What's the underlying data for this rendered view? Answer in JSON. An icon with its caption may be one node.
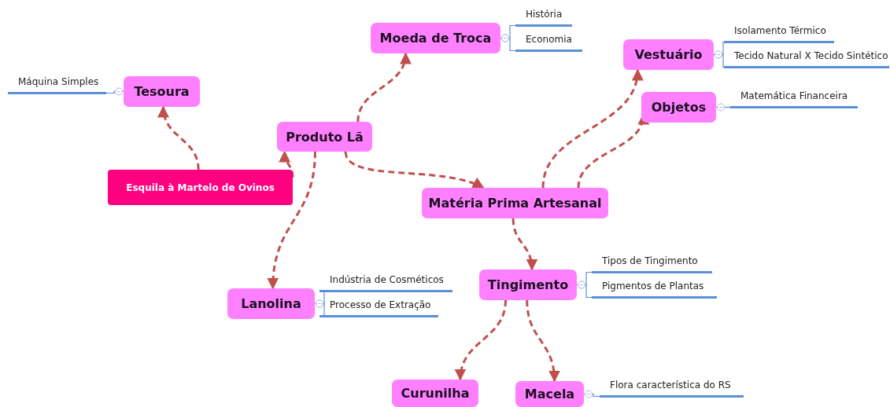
{
  "diagram": {
    "nodes": [
      {
        "text": [
          "Esquila à Martelo de Ovinos"
        ]
      },
      {
        "text": [
          "Tesoura"
        ]
      },
      {
        "text": [
          "Máquina Simples"
        ]
      },
      {
        "text": [
          "Produto Lã"
        ]
      },
      {
        "text": [
          "Moeda de Troca"
        ]
      },
      {
        "text": [
          "História"
        ]
      },
      {
        "text": [
          "Economia"
        ]
      },
      {
        "text": [
          "Matéria Prima Artesanal"
        ]
      },
      {
        "text": [
          "Vestuário"
        ]
      },
      {
        "text": [
          "Isolamento Térmico"
        ]
      },
      {
        "text": [
          "Tecido Natural X Tecido Sintético"
        ]
      },
      {
        "text": [
          "Objetos"
        ]
      },
      {
        "text": [
          "Matemática Financeira"
        ]
      },
      {
        "text": [
          "Lanolina"
        ]
      },
      {
        "text": [
          "Indústria de Cosméticos"
        ]
      },
      {
        "text": [
          "Processo de Extração"
        ]
      },
      {
        "text": [
          "Tingimento"
        ]
      },
      {
        "text": [
          "Tipos de Tingimento"
        ]
      },
      {
        "text": [
          "Pigmentos de Plantas"
        ]
      },
      {
        "text": [
          "Curunilha"
        ]
      },
      {
        "text": [
          "Macela"
        ]
      },
      {
        "text": [
          "Flora característica do RS"
        ]
      }
    ],
    "edges": [
      {
        "from": 0,
        "to": 1,
        "arrow": "to",
        "style": "dashed",
        "color": "#c0504d"
      },
      {
        "from": 0,
        "to": 3,
        "arrow": "to",
        "style": "dashed",
        "color": "#c0504d"
      },
      {
        "from": 3,
        "to": 4,
        "arrow": "to",
        "style": "dashed",
        "color": "#c0504d"
      },
      {
        "from": 3,
        "to": 7,
        "arrow": "to",
        "style": "dashed",
        "color": "#c0504d"
      },
      {
        "from": 3,
        "to": 13,
        "arrow": "to",
        "style": "dashed",
        "color": "#c0504d"
      },
      {
        "from": 7,
        "to": 8,
        "arrow": "to",
        "style": "dashed",
        "color": "#c0504d"
      },
      {
        "from": 7,
        "to": 11,
        "arrow": "to",
        "style": "dashed",
        "color": "#c0504d"
      },
      {
        "from": 7,
        "to": 16,
        "arrow": "to",
        "style": "dashed",
        "color": "#c0504d"
      },
      {
        "from": 16,
        "to": 19,
        "arrow": "to",
        "style": "dashed",
        "color": "#c0504d"
      },
      {
        "from": 16,
        "to": 20,
        "arrow": "to",
        "style": "dashed",
        "color": "#c0504d"
      },
      {
        "from": 1,
        "to": 2,
        "arrow": "other"
      },
      {
        "from": 4,
        "to": 5,
        "arrow": "other"
      },
      {
        "from": 4,
        "to": 6,
        "arrow": "other"
      },
      {
        "from": 8,
        "to": 9,
        "arrow": "other"
      },
      {
        "from": 8,
        "to": 10,
        "arrow": "other"
      },
      {
        "from": 11,
        "to": 12,
        "arrow": "other"
      },
      {
        "from": 13,
        "to": 14,
        "arrow": "other"
      },
      {
        "from": 13,
        "to": 15,
        "arrow": "other"
      },
      {
        "from": 16,
        "to": 17,
        "arrow": "other"
      },
      {
        "from": 16,
        "to": 18,
        "arrow": "other"
      },
      {
        "from": 20,
        "to": 21,
        "arrow": "other"
      }
    ]
  }
}
